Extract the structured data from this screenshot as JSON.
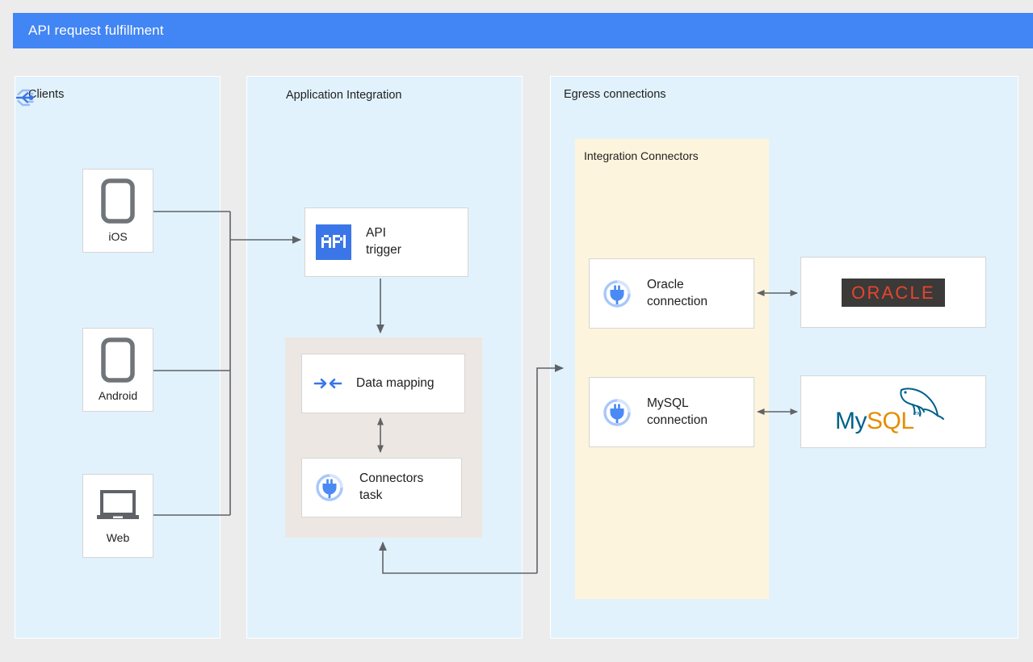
{
  "title": "API request fulfillment",
  "theme": {
    "header_bg": "#4285f4",
    "header_text": "#ffffff",
    "panel_bg": "#e1f2fd",
    "page_bg": "#ececec",
    "connectors_group_bg": "#fdf4dd",
    "mapping_group_bg": "#ede7e3",
    "card_bg": "#ffffff",
    "card_border": "#d5d5d5",
    "wire": "#5f6368",
    "accent_blue": "#3b76e8",
    "icon_gray": "#70757a",
    "oracle_red": "#e8442e",
    "oracle_bg": "#3b3a38",
    "mysql_blue": "#00618a",
    "mysql_orange": "#e48e00"
  },
  "panels": [
    {
      "id": "clients",
      "label": "Clients",
      "icon": null
    },
    {
      "id": "appint",
      "label": "Application Integration",
      "icon": "application-integration-icon"
    },
    {
      "id": "egress",
      "label": "Egress connections",
      "icon": null
    }
  ],
  "groups": [
    {
      "id": "integration-connectors",
      "label": "Integration Connectors"
    },
    {
      "id": "mapping-group",
      "label": ""
    }
  ],
  "clients": [
    {
      "id": "ios",
      "label": "iOS",
      "icon": "phone-icon"
    },
    {
      "id": "android",
      "label": "Android",
      "icon": "phone-icon"
    },
    {
      "id": "web",
      "label": "Web",
      "icon": "laptop-icon"
    }
  ],
  "tasks": [
    {
      "id": "api-trigger",
      "label": "API\ntrigger",
      "icon": "api-trigger-icon"
    },
    {
      "id": "data-mapping",
      "label": "Data mapping",
      "icon": "data-mapping-icon"
    },
    {
      "id": "connectors-task",
      "label": "Connectors\ntask",
      "icon": "connector-plug-icon"
    }
  ],
  "connections": [
    {
      "id": "oracle-connection",
      "label": "Oracle\nconnection",
      "icon": "connector-plug-icon"
    },
    {
      "id": "mysql-connection",
      "label": "MySQL\nconnection",
      "icon": "connector-plug-icon"
    }
  ],
  "backends": [
    {
      "id": "oracle",
      "wordmark": "ORACLE",
      "icon": "oracle-logo"
    },
    {
      "id": "mysql",
      "wordmark_part1": "My",
      "wordmark_part2": "SQL",
      "trademark": "™",
      "icon": "mysql-logo"
    }
  ],
  "flows": [
    {
      "from": "ios",
      "to": "api-trigger",
      "direction": "one-way"
    },
    {
      "from": "android",
      "to": "api-trigger",
      "direction": "one-way"
    },
    {
      "from": "web",
      "to": "api-trigger",
      "direction": "one-way"
    },
    {
      "from": "api-trigger",
      "to": "data-mapping",
      "direction": "one-way"
    },
    {
      "from": "data-mapping",
      "to": "connectors-task",
      "direction": "two-way"
    },
    {
      "from": "connectors-task",
      "to": "integration-connectors",
      "direction": "one-way"
    },
    {
      "from": "integration-connectors",
      "to": "connectors-task",
      "direction": "one-way"
    },
    {
      "from": "oracle-connection",
      "to": "oracle",
      "direction": "two-way"
    },
    {
      "from": "mysql-connection",
      "to": "mysql",
      "direction": "two-way"
    }
  ]
}
